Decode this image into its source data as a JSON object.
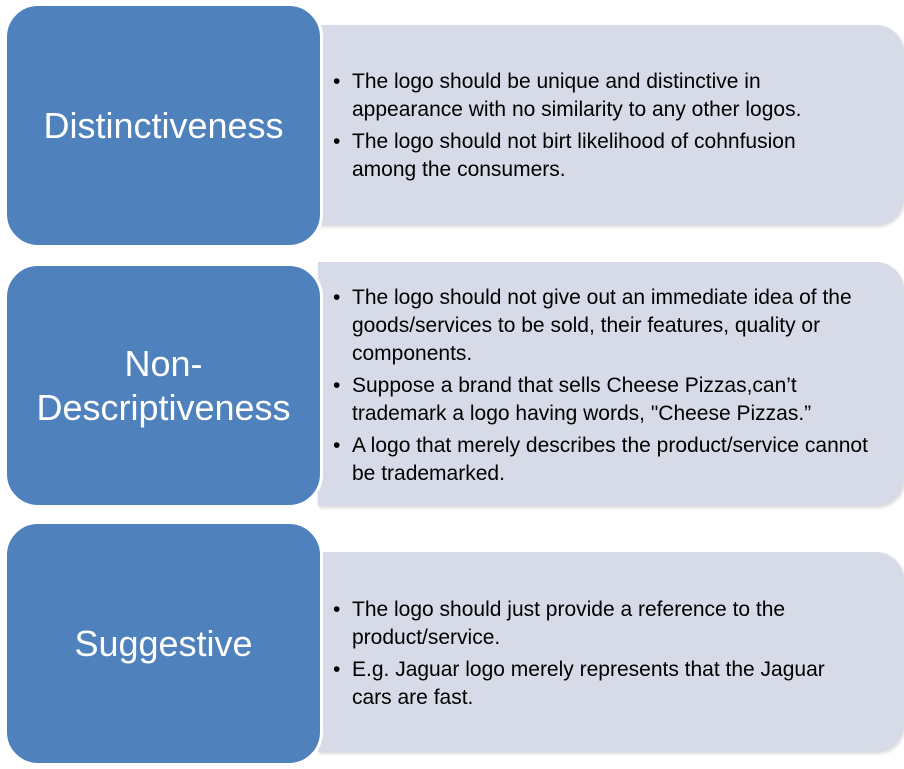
{
  "sections": [
    {
      "title": "Distinctiveness",
      "bullets": [
        "The logo should be unique and distinctive in appearance with no similarity to any other logos.",
        "The logo should not birt likelihood of cohnfusion among the consumers."
      ]
    },
    {
      "title": "Non-\nDescriptiveness",
      "bullets": [
        "The logo should not give out an immediate idea of the goods/services to be sold, their features, quality or components.",
        "Suppose a brand that sells Cheese Pizzas,can’t trademark a logo having words, \"Cheese Pizzas.”",
        "A logo that merely describes the product/service cannot be trademarked."
      ]
    },
    {
      "title": "Suggestive",
      "bullets": [
        "The logo should just provide a reference to the product/service.",
        "E.g. Jaguar logo merely represents that the Jaguar cars are fast."
      ]
    }
  ],
  "colors": {
    "label_fill": "#4f81bd",
    "panel_fill": "#d6dbe7",
    "label_text": "#ffffff",
    "body_text": "#000000"
  }
}
